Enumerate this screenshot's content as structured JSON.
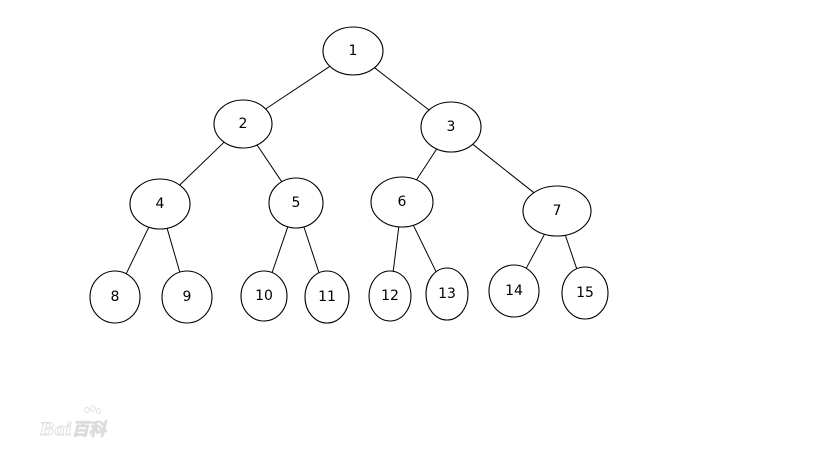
{
  "tree": {
    "nodes": [
      {
        "id": "1",
        "label": "1"
      },
      {
        "id": "2",
        "label": "2"
      },
      {
        "id": "3",
        "label": "3"
      },
      {
        "id": "4",
        "label": "4"
      },
      {
        "id": "5",
        "label": "5"
      },
      {
        "id": "6",
        "label": "6"
      },
      {
        "id": "7",
        "label": "7"
      },
      {
        "id": "8",
        "label": "8"
      },
      {
        "id": "9",
        "label": "9"
      },
      {
        "id": "10",
        "label": "10"
      },
      {
        "id": "11",
        "label": "11"
      },
      {
        "id": "12",
        "label": "12"
      },
      {
        "id": "13",
        "label": "13"
      },
      {
        "id": "14",
        "label": "14"
      },
      {
        "id": "15",
        "label": "15"
      }
    ],
    "edges": [
      {
        "from": "1",
        "to": "2"
      },
      {
        "from": "1",
        "to": "3"
      },
      {
        "from": "2",
        "to": "4"
      },
      {
        "from": "2",
        "to": "5"
      },
      {
        "from": "3",
        "to": "6"
      },
      {
        "from": "3",
        "to": "7"
      },
      {
        "from": "4",
        "to": "8"
      },
      {
        "from": "4",
        "to": "9"
      },
      {
        "from": "5",
        "to": "10"
      },
      {
        "from": "5",
        "to": "11"
      },
      {
        "from": "6",
        "to": "12"
      },
      {
        "from": "6",
        "to": "13"
      },
      {
        "from": "7",
        "to": "14"
      },
      {
        "from": "7",
        "to": "15"
      }
    ]
  },
  "watermark": {
    "text": "Bai百科"
  },
  "colors": {
    "background": "#ffffff",
    "stroke": "#000000",
    "text": "#000000"
  }
}
